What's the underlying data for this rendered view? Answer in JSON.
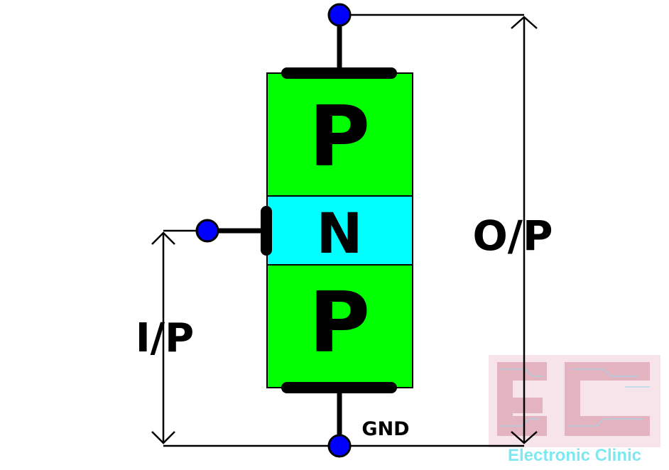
{
  "layers": {
    "top": {
      "label": "P",
      "color": "#00ff00"
    },
    "middle": {
      "label": "N",
      "color": "#00ffff"
    },
    "bottom": {
      "label": "P",
      "color": "#00ff00"
    }
  },
  "labels": {
    "output": "O/P",
    "input": "I/P",
    "ground": "GND"
  },
  "logo": {
    "text": "Electronic Clinic",
    "color": "#7ee8f0"
  },
  "colors": {
    "terminal": "#0000ff",
    "wire": "#000000",
    "outline": "#000000"
  }
}
